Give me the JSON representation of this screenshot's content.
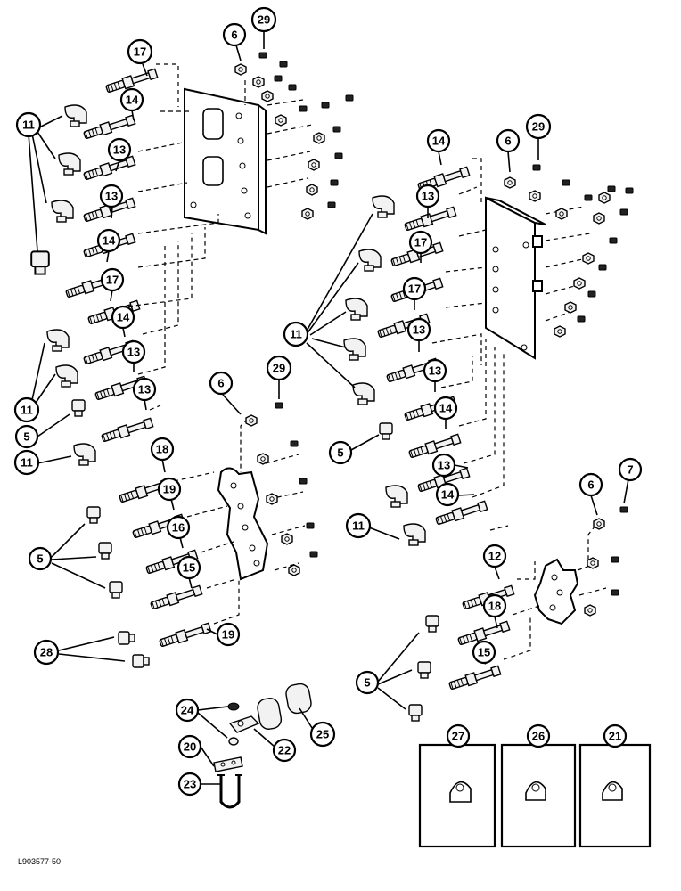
{
  "callouts": {
    "n5": "5",
    "n6": "6",
    "n7": "7",
    "n11": "11",
    "n12": "12",
    "n13": "13",
    "n14": "14",
    "n15": "15",
    "n16": "16",
    "n17": "17",
    "n18": "18",
    "n19": "19",
    "n20": "20",
    "n21": "21",
    "n22": "22",
    "n23": "23",
    "n24": "24",
    "n25": "25",
    "n26": "26",
    "n27": "27",
    "n28": "28",
    "n29": "29"
  },
  "footer": {
    "drawing_id": "L903577-50"
  }
}
